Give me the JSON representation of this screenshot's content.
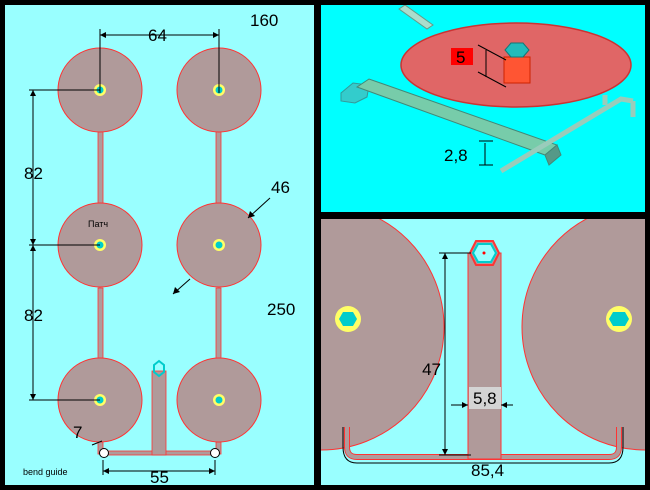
{
  "left_panel": {
    "dim_top_width": "160",
    "dim_center_spacing": "64",
    "dim_vertical_upper": "82",
    "dim_vertical_lower": "82",
    "dim_diameter": "46",
    "dim_height": "250",
    "dim_offset": "7",
    "dim_bottom_spacing": "55",
    "patch_label": "Патч",
    "bend_guide_label": "bend guide"
  },
  "top_right_panel": {
    "dim_post_height": "5",
    "dim_strip_thickness": "2,8"
  },
  "bottom_right_panel": {
    "dim_strip_length": "47",
    "dim_strip_width": "5,8",
    "dim_bend_span": "85,4"
  },
  "colors": {
    "panel_cyan_light": "#99ffff",
    "panel_cyan": "#00ffff",
    "patch_fill": "#b09a9a",
    "patch_outline": "#ff3333",
    "feed_yellow": "#ffff66",
    "feed_cyan": "#00cccc",
    "red_tag": "#ff0000"
  }
}
